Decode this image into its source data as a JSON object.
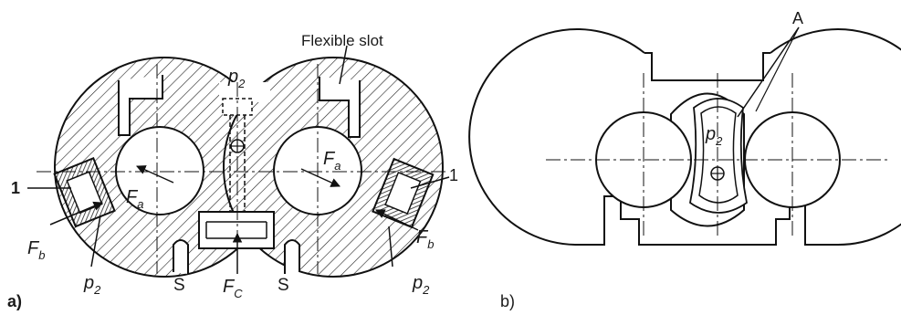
{
  "figure_a": {
    "panel_label": "a)",
    "flexible_slot": "Flexible slot",
    "p2_top": "p",
    "p2_top_sub": "2",
    "label_1_left": "1",
    "label_1_right": "1",
    "fa_left": "F",
    "fa_left_sub": "a",
    "fa_right": "F",
    "fa_right_sub": "a",
    "fb_left": "F",
    "fb_left_sub": "b",
    "fb_right": "F",
    "fb_right_sub": "b",
    "p2_left": "p",
    "p2_left_sub": "2",
    "p2_right": "p",
    "p2_right_sub": "2",
    "s_left": "S",
    "s_right": "S",
    "fc": "F",
    "fc_sub": "C"
  },
  "figure_b": {
    "panel_label": "b)",
    "label_a": "A",
    "p2": "p",
    "p2_sub": "2"
  }
}
